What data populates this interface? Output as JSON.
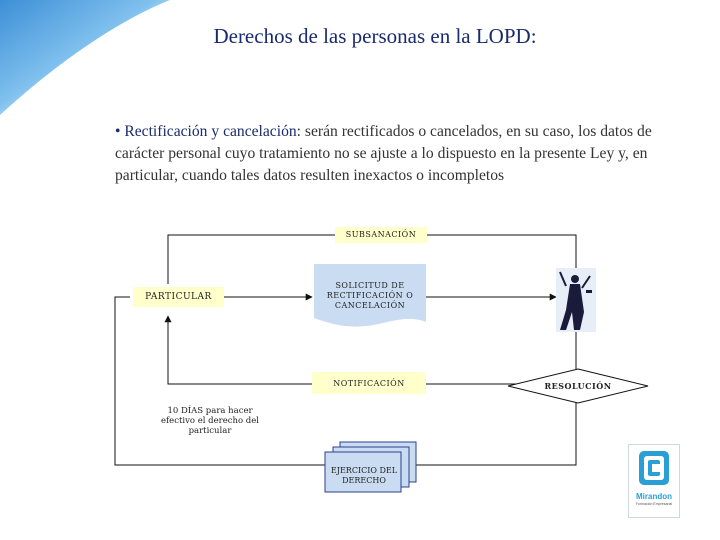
{
  "slide": {
    "title": "Derechos de las personas en la LOPD:",
    "bullet_lead": "• Rectificación y cancelación",
    "bullet_rest": ": serán rectificados o cancelados, en su caso, los datos de carácter personal cuyo tratamiento no se ajuste a lo dispuesto en la presente Ley y, en particular, cuando tales datos resulten inexactos o incompletos"
  },
  "diagram": {
    "subsanacion": "SUBSANACIÓN",
    "particular": "PARTICULAR",
    "solicitud": "SOLICITUD DE RECTIFICACIÓN O CANCELACIÓN",
    "notificacion": "NOTIFICACIÓN",
    "resolucion": "RESOLUCIÓN",
    "plazo": "10 DÍAS para hacer efectivo el derecho del particular",
    "ejercicio": "EJERCICIO DEL DERECHO"
  },
  "logo": {
    "name": "Mirandon",
    "subtitle": "Formación Empresarial"
  },
  "colors": {
    "title": "#1a2a6e",
    "box_fill": "#ffffcc",
    "doc_fill": "#c9dcf2",
    "corner_blue": "#4aa3e0"
  }
}
